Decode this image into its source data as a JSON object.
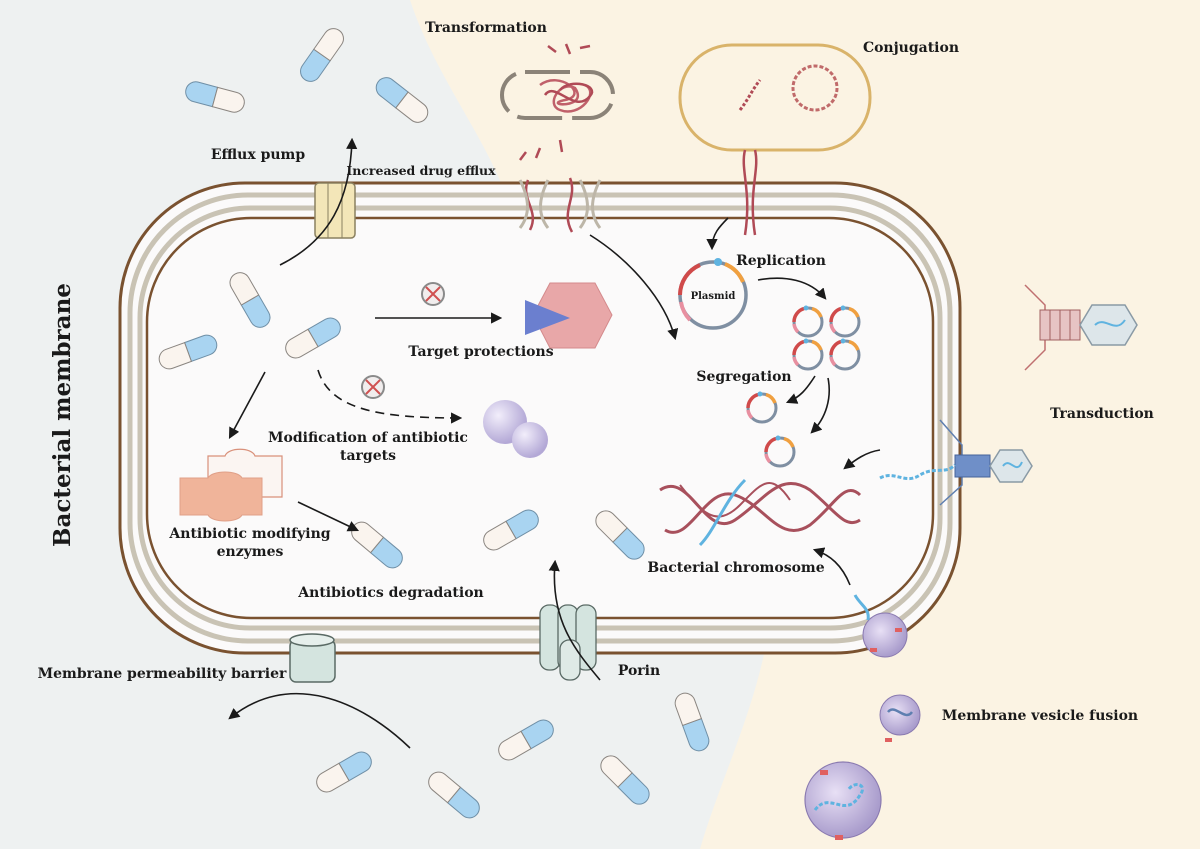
{
  "side_title": "Bacterial membrane",
  "labels": {
    "transformation": "Transformation",
    "conjugation": "Conjugation",
    "efflux_pump": "Efflux pump",
    "increased_drug_efflux": "Increased drug efflux",
    "replication": "Replication",
    "plasmid": "Plasmid",
    "target_protections": "Target protections",
    "segregation": "Segregation",
    "transduction": "Transduction",
    "modification_line1": "Modification of antibiotic",
    "modification_line2": "targets",
    "antibiotic_modifying_line1": "Antibiotic modifying",
    "antibiotic_modifying_line2": "enzymes",
    "antibiotics_degradation": "Antibiotics degradation",
    "bacterial_chromosome": "Bacterial chromosome",
    "membrane_permeability_barrier": "Membrane permeability barrier",
    "porin": "Porin",
    "membrane_vesicle_fusion": "Membrane vesicle fusion"
  },
  "colors": {
    "background_left": "#eef1f1",
    "background_right": "#fbf3e3",
    "cell_fill": "#fbfafa",
    "membrane_brown": "#7a5230",
    "membrane_grey": "#c9c3b4",
    "capsule_blue": "#a9d4f1",
    "capsule_cream": "#faf4ee",
    "dna_red": "#a8505c",
    "dna_blue": "#5fb3e0",
    "vesicle_purple": "#b9a9d3"
  }
}
